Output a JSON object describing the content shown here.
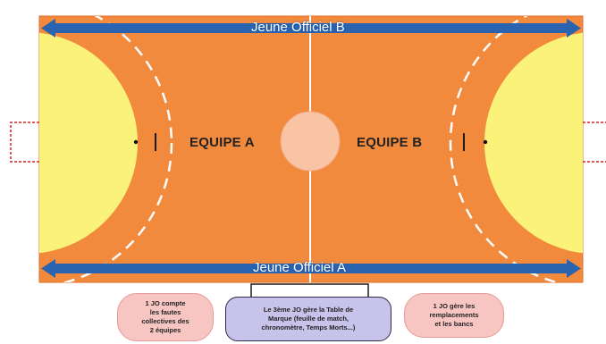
{
  "court": {
    "colors": {
      "floor": "#f28a3d",
      "goal_area": "#fbf27a",
      "center_circle": "#f8c4a4",
      "lines": "#ffffff",
      "arrow": "#2a63b0",
      "goal": "#d9231e"
    }
  },
  "teams": {
    "left": "EQUIPE A",
    "right": "EQUIPE B"
  },
  "officials": {
    "top": "Jeune Officiel B",
    "bottom": "Jeune Officiel A"
  },
  "notes": {
    "left": [
      "1 JO compte",
      "les fautes",
      "collectives des",
      "2 équipes"
    ],
    "center": [
      "Le 3ème JO gère la Table de",
      "Marque (feuille de match,",
      "chronomètre, Temps Morts...)"
    ],
    "right": [
      "1 JO gère les",
      "remplacements",
      "et les bancs"
    ]
  }
}
